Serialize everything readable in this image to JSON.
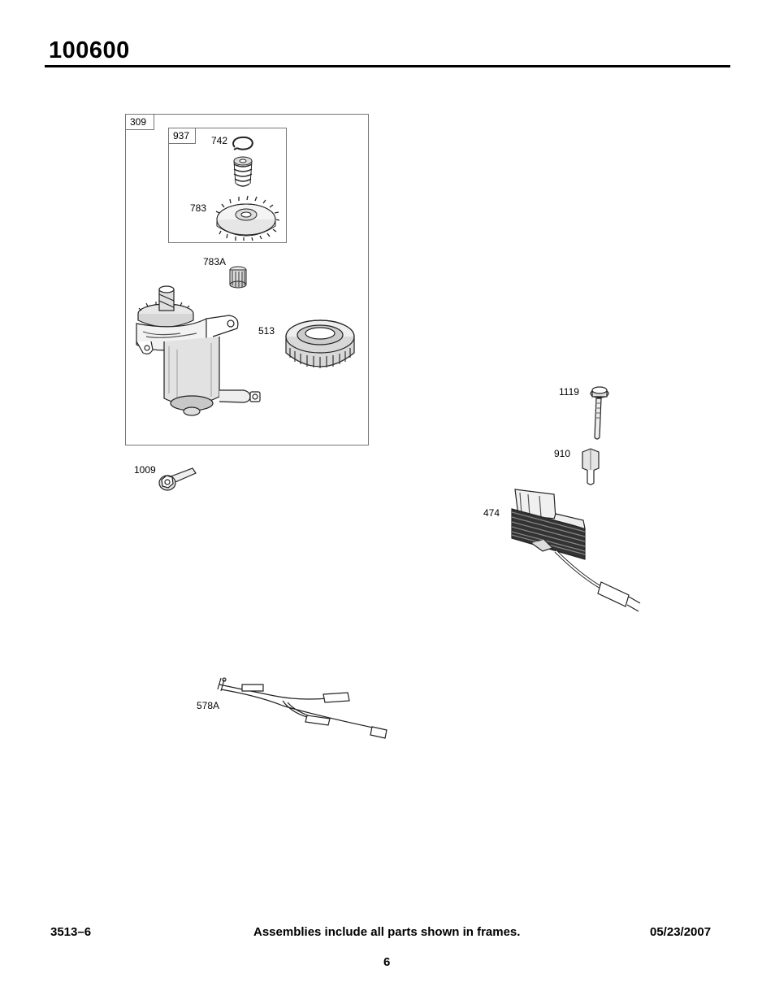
{
  "header": {
    "model_number": "100600"
  },
  "frames": {
    "outer": {
      "label": "309"
    },
    "inner": {
      "label": "937"
    }
  },
  "callouts": {
    "p742": "742",
    "p783": "783",
    "p783a": "783A",
    "p513": "513",
    "p1009": "1009",
    "p1119": "1119",
    "p910": "910",
    "p474": "474",
    "p578a": "578A"
  },
  "footer": {
    "doc_code": "3513–6",
    "note": "Assemblies include all parts shown in frames.",
    "date": "05/23/2007",
    "page": "6"
  }
}
